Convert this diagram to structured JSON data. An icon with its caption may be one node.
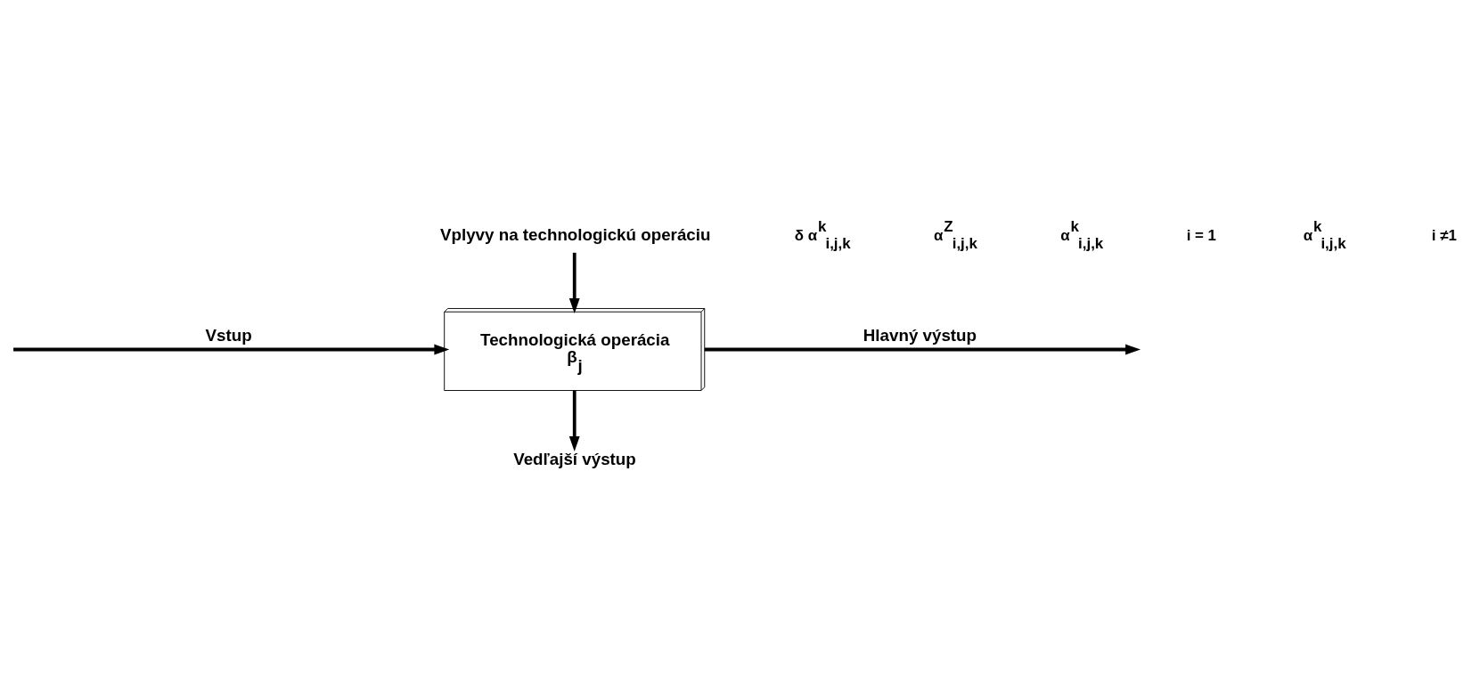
{
  "diagram": {
    "nodes": [
      {
        "text": [
          "Technologická operácia",
          "β$_{j}$"
        ]
      },
      {
        "text": [
          "Vplyvy na technologickú operáciu"
        ]
      },
      {
        "text": [
          "Vedľajší výstup"
        ]
      }
    ],
    "edges": [
      {
        "from": null,
        "to": 0,
        "arrow": "to",
        "label": "Vstup"
      },
      {
        "from": 1,
        "to": 0,
        "arrow": "to"
      },
      {
        "from": 0,
        "to": null,
        "arrow": "to",
        "label": "Hlavný výstup"
      },
      {
        "from": 0,
        "to": 2,
        "arrow": "to"
      }
    ],
    "labels": [
      "δ α$^{k}$$_{i,j,k}$",
      "α$^{Z}$$_{i,j,k}$",
      "α$^{k}$$_{i,j,k}$",
      "i = 1",
      "α$^{k}$$_{i,j,k}$",
      "i ≠1"
    ]
  }
}
